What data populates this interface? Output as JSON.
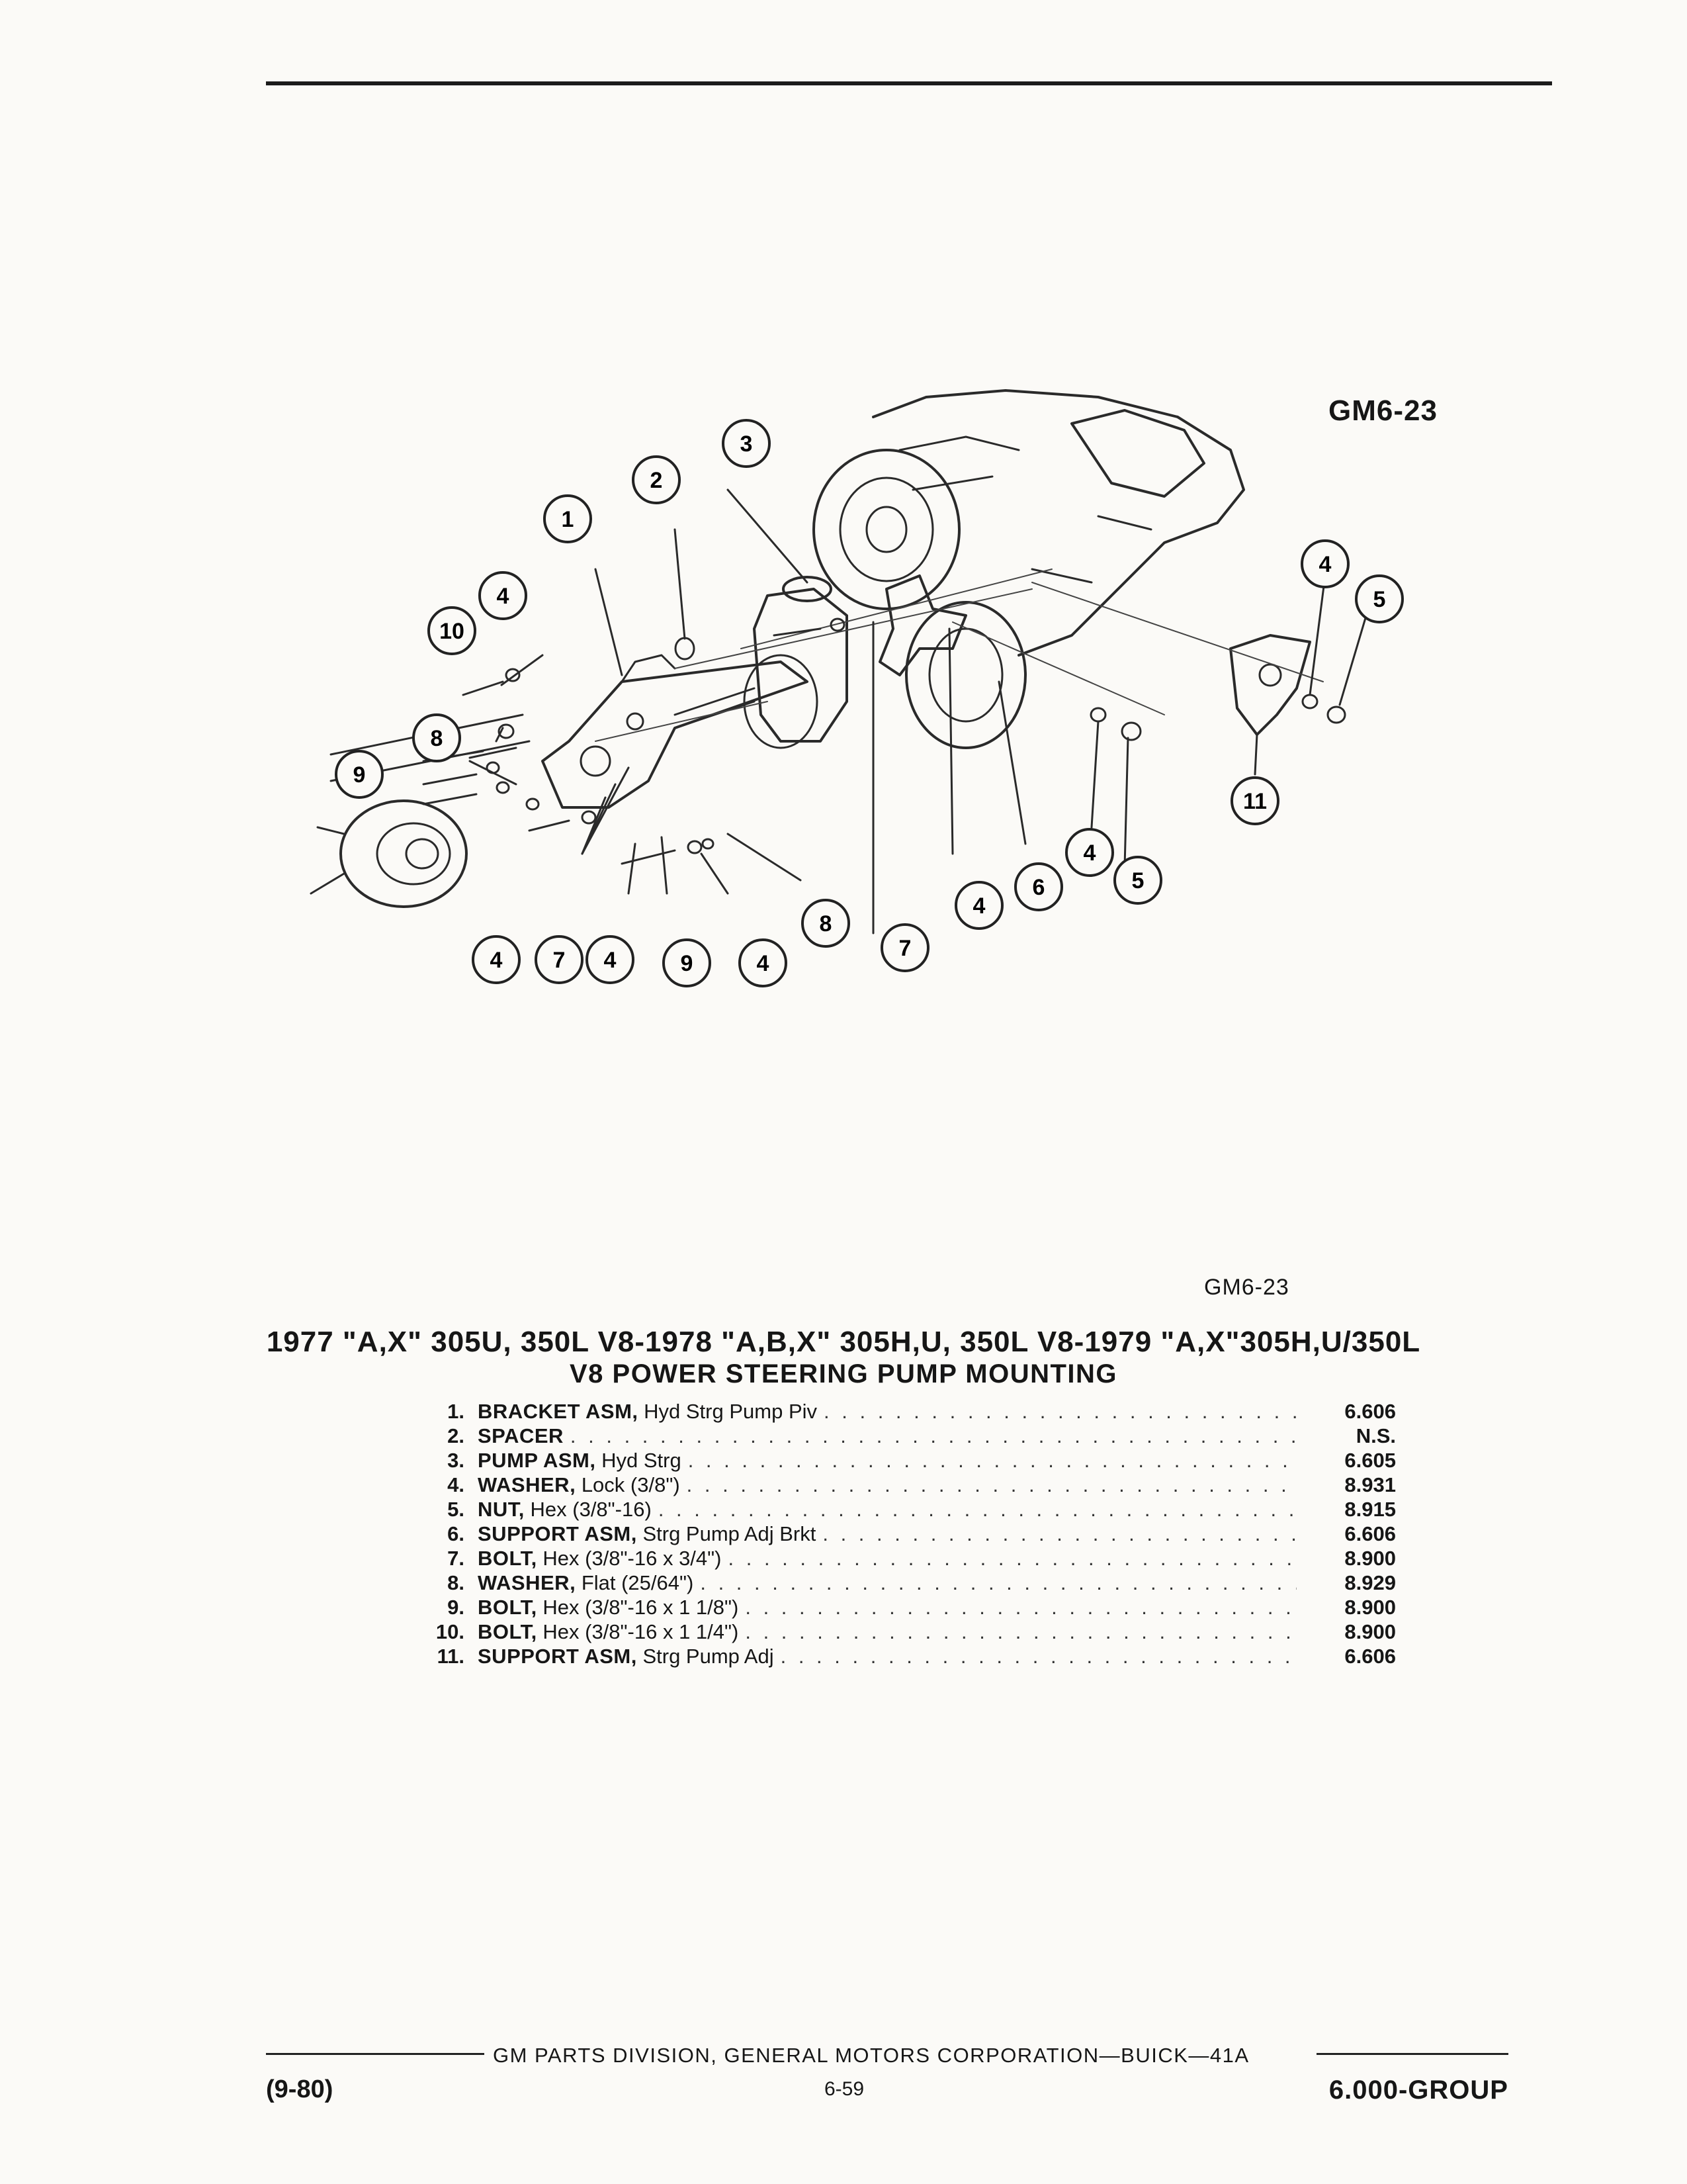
{
  "figure": {
    "code_top": "GM6-23",
    "code_bottom": "GM6-23",
    "callouts": [
      "1",
      "2",
      "3",
      "4",
      "5",
      "6",
      "7",
      "8",
      "9",
      "10",
      "11"
    ]
  },
  "title": {
    "line1": "1977 \"A,X\" 305U, 350L V8-1978 \"A,B,X\" 305H,U, 350L V8-1979 \"A,X\"305H,U/350L",
    "line2": "V8 POWER STEERING PUMP MOUNTING"
  },
  "parts": [
    {
      "num": "1.",
      "name": "BRACKET ASM,",
      "detail": "Hyd Strg Pump Piv",
      "group": "6.606"
    },
    {
      "num": "2.",
      "name": "SPACER",
      "detail": "",
      "group": "N.S."
    },
    {
      "num": "3.",
      "name": "PUMP ASM,",
      "detail": "Hyd Strg",
      "group": "6.605"
    },
    {
      "num": "4.",
      "name": "WASHER,",
      "detail": "Lock (3/8\")",
      "group": "8.931"
    },
    {
      "num": "5.",
      "name": "NUT,",
      "detail": "Hex (3/8\"-16)",
      "group": "8.915"
    },
    {
      "num": "6.",
      "name": "SUPPORT ASM,",
      "detail": "Strg Pump Adj Brkt",
      "group": "6.606"
    },
    {
      "num": "7.",
      "name": "BOLT,",
      "detail": "Hex (3/8\"-16 x 3/4\")",
      "group": "8.900"
    },
    {
      "num": "8.",
      "name": "WASHER,",
      "detail": "Flat (25/64\")",
      "group": "8.929"
    },
    {
      "num": "9.",
      "name": "BOLT,",
      "detail": "Hex (3/8\"-16 x 1 1/8\")",
      "group": "8.900"
    },
    {
      "num": "10.",
      "name": "BOLT,",
      "detail": "Hex (3/8\"-16 x 1 1/4\")",
      "group": "8.900"
    },
    {
      "num": "11.",
      "name": "SUPPORT ASM,",
      "detail": "Strg Pump Adj",
      "group": "6.606"
    }
  ],
  "footer": {
    "corporation": "GM PARTS DIVISION, GENERAL MOTORS CORPORATION—BUICK—41A",
    "date": "(9-80)",
    "page": "6-59",
    "group": "6.000-GROUP"
  }
}
